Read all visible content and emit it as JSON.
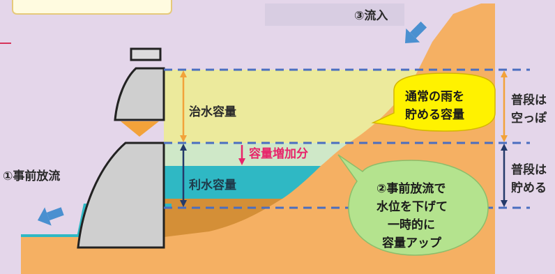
{
  "labels": {
    "inflow": "③流入",
    "flood_capacity": "治水容量",
    "water_use_capacity": "利水容量",
    "capacity_increase": "容量増加分",
    "pre_release": "①事前放流",
    "usually_empty_1": "普段は",
    "usually_empty_2": "空っぽ",
    "usually_store_1": "普段は",
    "usually_store_2": "貯める"
  },
  "bubble_yellow": {
    "line1": "通常の雨を",
    "line2": "貯める容量"
  },
  "bubble_green": {
    "line1": "②事前放流で",
    "line2": "水位を下げて",
    "line3": "一時的に",
    "line4": "容量アップ"
  },
  "colors": {
    "background": "#e4d6ea",
    "mountain": "#f5b063",
    "flood_zone": "#ecea9c",
    "light_zone": "#cfe8c8",
    "water": "#2fb8c4",
    "sediment": "#d48f37",
    "dam": "#cfcfcf",
    "dashed_line": "#4a6ec0",
    "arrow_orange": "#f2a23a",
    "arrow_blue": "#4a90d0",
    "bubble_yellow": "#fff200",
    "bubble_green": "#b4e38e",
    "red_text": "#e8246a"
  }
}
